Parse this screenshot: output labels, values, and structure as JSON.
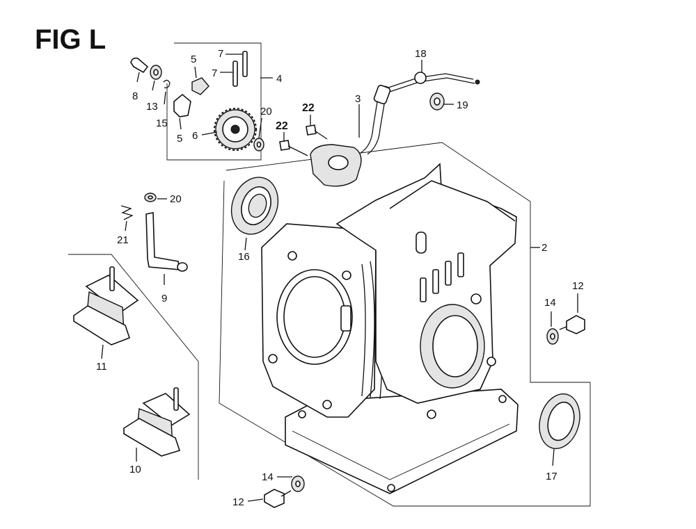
{
  "figure": {
    "title": "FIG L",
    "callouts": [
      {
        "id": "c8",
        "text": "8"
      },
      {
        "id": "c13",
        "text": "13"
      },
      {
        "id": "c15",
        "text": "15"
      },
      {
        "id": "c5a",
        "text": "5"
      },
      {
        "id": "c5b",
        "text": "5"
      },
      {
        "id": "c7a",
        "text": "7"
      },
      {
        "id": "c7b",
        "text": "7"
      },
      {
        "id": "c4",
        "text": "4"
      },
      {
        "id": "c6",
        "text": "6"
      },
      {
        "id": "c20a",
        "text": "20"
      },
      {
        "id": "c22a",
        "text": "22"
      },
      {
        "id": "c22b",
        "text": "22"
      },
      {
        "id": "c3",
        "text": "3"
      },
      {
        "id": "c18",
        "text": "18"
      },
      {
        "id": "c19",
        "text": "19"
      },
      {
        "id": "c20b",
        "text": "20"
      },
      {
        "id": "c21",
        "text": "21"
      },
      {
        "id": "c16",
        "text": "16"
      },
      {
        "id": "c9",
        "text": "9"
      },
      {
        "id": "c2",
        "text": "2"
      },
      {
        "id": "c14a",
        "text": "14"
      },
      {
        "id": "c12a",
        "text": "12"
      },
      {
        "id": "c11",
        "text": "11"
      },
      {
        "id": "c10",
        "text": "10"
      },
      {
        "id": "c17",
        "text": "17"
      },
      {
        "id": "c14b",
        "text": "14"
      },
      {
        "id": "c12b",
        "text": "12"
      }
    ]
  }
}
